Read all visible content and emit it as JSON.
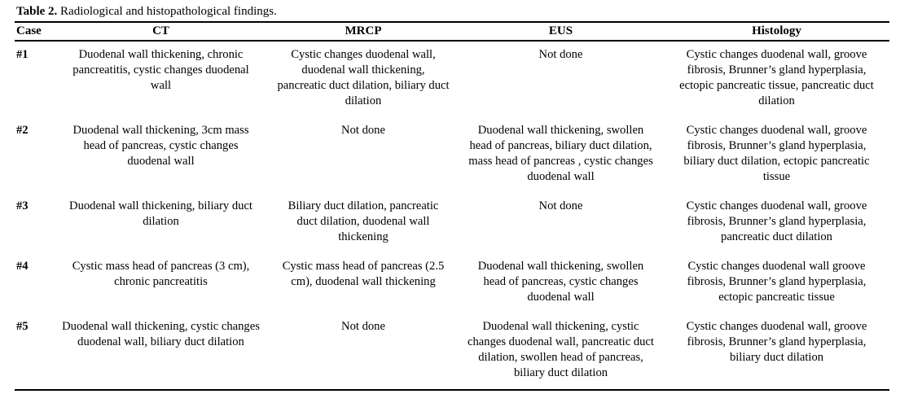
{
  "title": {
    "bold": "Table 2.",
    "rest": " Radiological and histopathological findings."
  },
  "colors": {
    "text": "#000000",
    "background": "#ffffff",
    "rule": "#000000"
  },
  "table": {
    "columns": [
      "Case",
      "CT",
      "MRCP",
      "EUS",
      "Histology"
    ],
    "rows": [
      {
        "case_label": "#1",
        "ct": "Duodenal wall thickening, chronic pancreatitis, cystic changes duodenal wall",
        "mrcp": "Cystic changes duodenal wall, duodenal wall thickening, pancreatic duct dilation, biliary duct dilation",
        "eus": "Not done",
        "histology": "Cystic changes duodenal wall, groove fibrosis, Brunner’s gland hyperplasia, ectopic pancreatic tissue, pancreatic duct dilation"
      },
      {
        "case_label": "#2",
        "ct": "Duodenal wall thickening, 3cm mass head of pancreas, cystic changes duodenal wall",
        "mrcp": "Not done",
        "eus": "Duodenal wall thickening, swollen head of pancreas, biliary duct dilation, mass head of pancreas , cystic changes duodenal wall",
        "histology": "Cystic changes duodenal wall, groove fibrosis, Brunner’s gland hyperplasia, biliary duct dilation, ectopic pancreatic tissue"
      },
      {
        "case_label": "#3",
        "ct": "Duodenal wall thickening, biliary duct dilation",
        "mrcp": "Biliary duct dilation, pancreatic duct dilation, duodenal wall thickening",
        "eus": "Not done",
        "histology": "Cystic changes duodenal wall, groove fibrosis, Brunner’s gland hyperplasia, pancreatic duct dilation"
      },
      {
        "case_label": "#4",
        "ct": "Cystic mass head of pancreas (3 cm), chronic pancreatitis",
        "mrcp": "Cystic mass head of pancreas (2.5 cm), duodenal wall thickening",
        "eus": "Duodenal wall thickening, swollen head of pancreas, cystic changes duodenal wall",
        "histology": "Cystic changes duodenal wall groove fibrosis, Brunner’s gland hyperplasia, ectopic pancreatic tissue"
      },
      {
        "case_label": "#5",
        "ct": "Duodenal wall thickening, cystic changes duodenal wall, biliary duct dilation",
        "mrcp": "Not done",
        "eus": "Duodenal wall thickening, cystic changes duodenal wall, pancreatic duct dilation, swollen head of pancreas, biliary duct dilation",
        "histology": "Cystic changes duodenal wall, groove fibrosis, Brunner’s gland hyperplasia, biliary duct dilation"
      }
    ]
  }
}
